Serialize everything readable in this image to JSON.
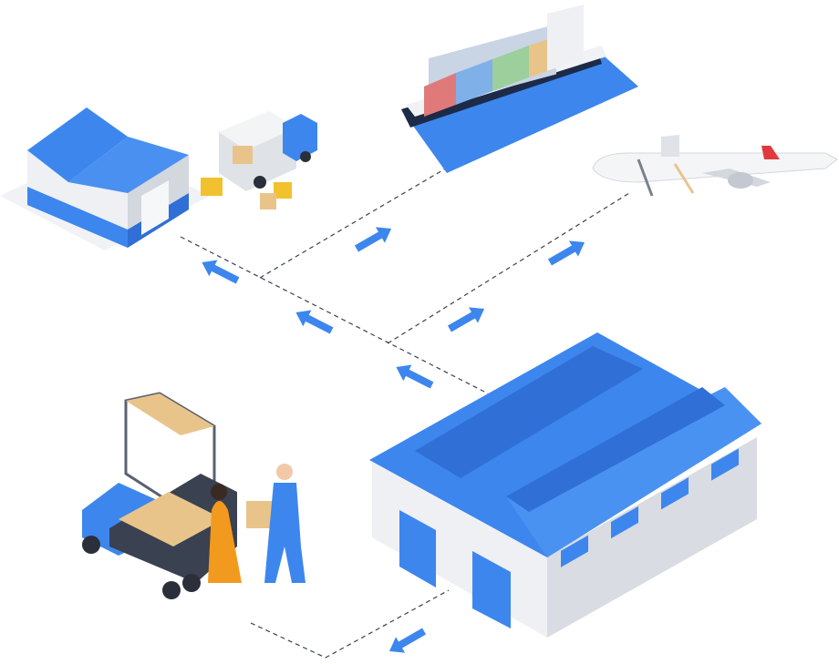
{
  "colors": {
    "brand_blue": "#3d86ee",
    "roof_dark": "#2f6fd6",
    "wall_light": "#eef0f4",
    "wall_shade": "#d3d7de",
    "route_line": "#3a4150",
    "arrow": "#3d86ee",
    "box": "#e9c48a",
    "tail_red": "#e0383e"
  },
  "scene": {
    "elements": [
      "small-warehouse",
      "delivery-truck-with-forklifts",
      "cargo-ship",
      "cargo-airplane",
      "distribution-warehouse",
      "delivery-truck-handoff"
    ],
    "arrow_icons": [
      "arrow-up-right-icon",
      "arrow-up-right-icon",
      "arrow-up-right-icon",
      "arrow-up-left-icon",
      "arrow-up-left-icon",
      "arrow-up-left-icon",
      "arrow-down-left-icon"
    ]
  }
}
